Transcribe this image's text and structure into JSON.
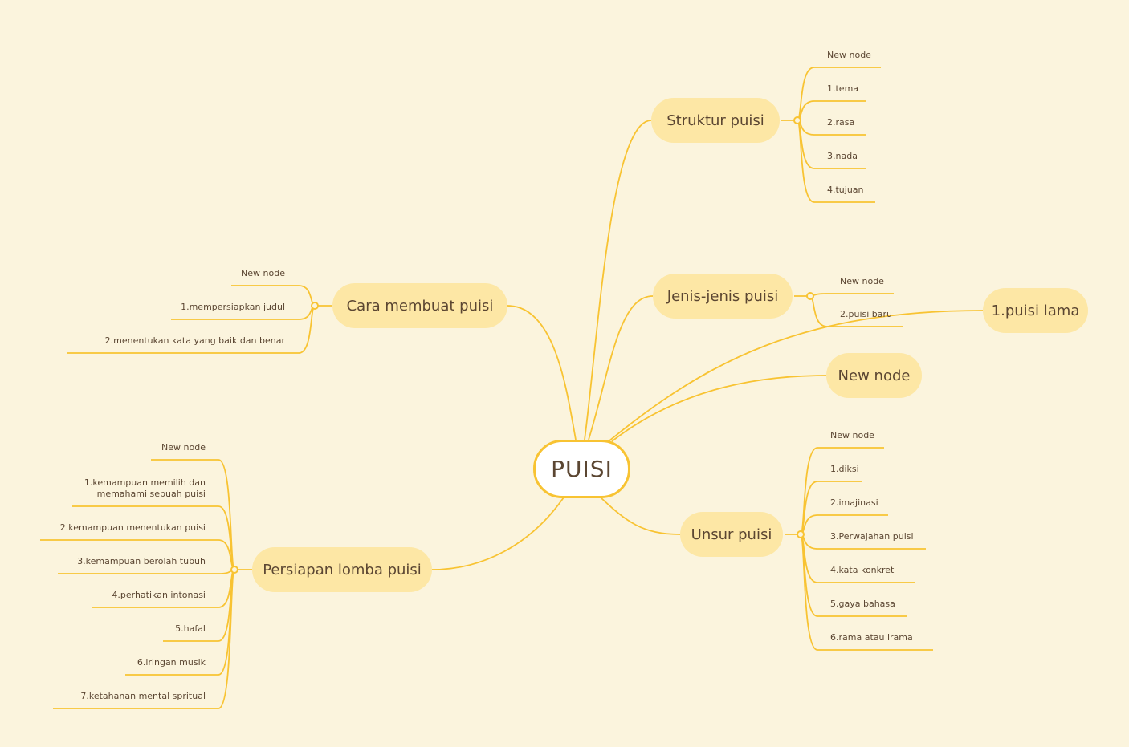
{
  "root": {
    "label": "PUISI"
  },
  "branches": {
    "struktur": {
      "label": "Struktur puisi",
      "children": [
        "New node",
        "1.tema",
        "2.rasa",
        "3.nada",
        "4.tujuan"
      ]
    },
    "jenis": {
      "label": "Jenis-jenis puisi",
      "children": [
        "New node",
        "2.puisi baru"
      ]
    },
    "puisi_lama": {
      "label": "1.puisi lama"
    },
    "new_node": {
      "label": "New node"
    },
    "unsur": {
      "label": "Unsur puisi",
      "children": [
        "New node",
        "1.diksi",
        "2.imajinasi",
        "3.Perwajahan puisi",
        "4.kata konkret",
        "5.gaya bahasa",
        "6.rama atau irama"
      ]
    },
    "cara": {
      "label": "Cara membuat puisi",
      "children": [
        "New node",
        "1.mempersiapkan judul",
        "2.menentukan kata yang baik dan benar"
      ]
    },
    "persiapan": {
      "label": "Persiapan lomba puisi",
      "children": [
        "New node",
        "1.kemampuan memilih dan\nmemahami sebuah puisi",
        "2.kemampuan menentukan puisi",
        "3.kemampuan berolah tubuh",
        "4.perhatikan intonasi",
        "5.hafal",
        "6.iringan musik",
        "7.ketahanan mental spritual"
      ]
    }
  },
  "colors": {
    "background": "#fbf4dd",
    "node_fill": "#fde7a5",
    "line": "#f8c332",
    "text": "#5b4632"
  }
}
